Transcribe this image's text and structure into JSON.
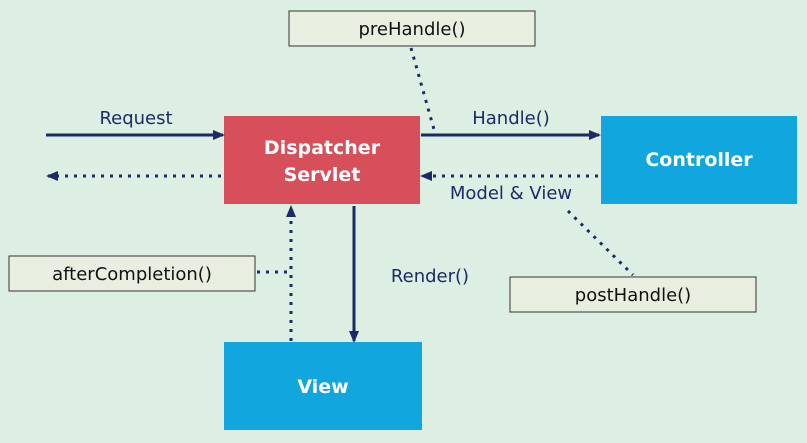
{
  "nodes": {
    "dispatcher": {
      "line1": "Dispatcher",
      "line2": "Servlet",
      "color": "#d64f5a"
    },
    "controller": {
      "label": "Controller",
      "color": "#12a6df"
    },
    "view": {
      "label": "View",
      "color": "#12a6df"
    }
  },
  "edges": {
    "request": "Request",
    "handle": "Handle()",
    "model_view": "Model & View",
    "render": "Render()"
  },
  "hooks": {
    "pre_handle": "preHandle()",
    "post_handle": "postHandle()",
    "after_completion": "afterCompletion()"
  },
  "colors": {
    "background": "#dcefe2",
    "arrow": "#1d2a66",
    "note_fill": "#e8efe0",
    "note_stroke": "#333333"
  }
}
